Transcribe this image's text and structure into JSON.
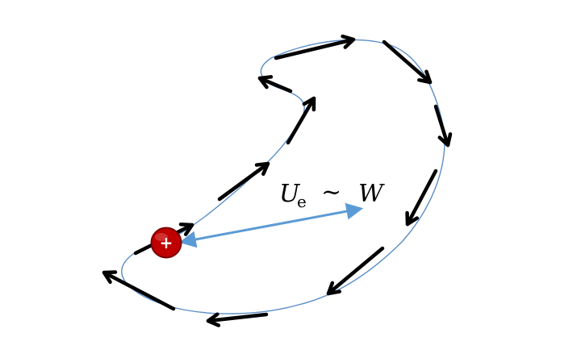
{
  "diagram": {
    "label": {
      "u": "U",
      "sub": "e",
      "op": "~",
      "w": "W"
    },
    "charge": {
      "sign": "+"
    },
    "colors": {
      "path": "#5b8ec7",
      "displacement": "#5b9bd5",
      "arrows": "#000000",
      "charge_fill": "#c00000",
      "charge_stroke": "#7a0000",
      "charge_sign": "#ffffff"
    },
    "icons": {
      "charge": "positive-charge-icon",
      "arrow": "field-arrow-icon"
    }
  }
}
